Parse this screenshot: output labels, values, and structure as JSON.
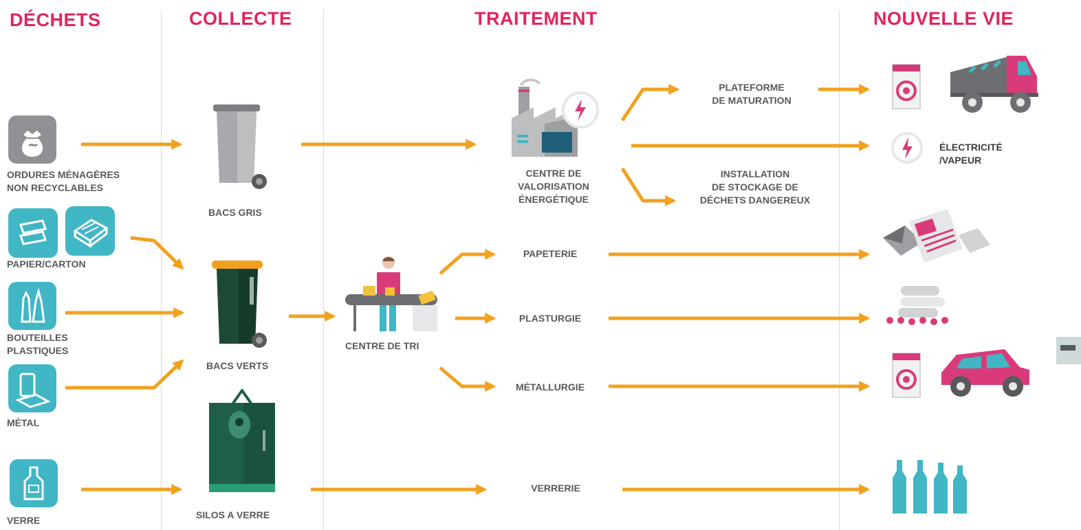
{
  "colors": {
    "heading": "#e0245e",
    "arrow": "#f2a11f",
    "text": "#58595b",
    "teal": "#41b6c4",
    "pink": "#d93b7a",
    "bin_grey": "#9d9fa2",
    "bin_green": "#1d4a36",
    "silo_green": "#1f5f4a"
  },
  "columns": {
    "dechets": "DÉCHETS",
    "collecte": "COLLECTE",
    "traitement": "TRAITEMENT",
    "nouvelle_vie": "NOUVELLE VIE"
  },
  "waste": {
    "ordures": "ORDURES MÉNAGÈRES\nNON RECYCLABLES",
    "papier": "PAPIER/CARTON",
    "bouteilles": "BOUTEILLES\nPLASTIQUES",
    "metal": "MÉTAL",
    "verre": "VERRE"
  },
  "collection": {
    "bacs_gris": "BACS GRIS",
    "bacs_verts": "BACS VERTS",
    "silos": "SILOS A VERRE"
  },
  "treatment": {
    "centre_tri": "CENTRE DE TRI",
    "valorisation": "CENTRE DE\nVALORISATION\nÉNERGÉTIQUE",
    "maturation": "PLATEFORME\nDE MATURATION",
    "stockage": "INSTALLATION\nDE STOCKAGE DE\nDÉCHETS DANGEREUX",
    "papeterie": "PAPETERIE",
    "plasturgie": "PLASTURGIE",
    "metallurgie": "MÉTALLURGIE",
    "verrerie": "VERRERIE"
  },
  "outputs": {
    "electricite": "ÉLECTRICITÉ\n/VAPEUR"
  },
  "icons": [
    "trash-bag-icon",
    "paper-icon",
    "cardboard-icon",
    "plastic-bottles-icon",
    "metal-can-icon",
    "glass-bottle-icon",
    "grey-bin-icon",
    "green-bin-icon",
    "glass-silo-icon",
    "sorting-worker-icon",
    "factory-icon",
    "lightning-icon",
    "washing-machine-icon",
    "truck-icon",
    "newspaper-icon",
    "plastic-pipes-icon",
    "car-icon",
    "bottles-icon"
  ]
}
